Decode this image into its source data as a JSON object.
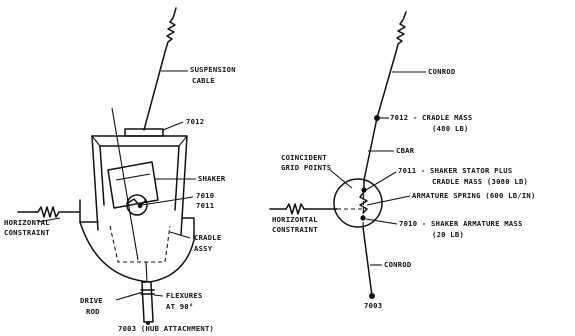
{
  "left_diagram": {
    "labels": {
      "suspension_1": "SUSPENSION",
      "suspension_2": "CABLE",
      "node_7012": "7012",
      "shaker": "SHAKER",
      "node_7010": "7010",
      "node_7011": "7011",
      "horizontal_1": "HORIZONTAL",
      "horizontal_2": "CONSTRAINT",
      "cradle_1": "CRADLE",
      "cradle_2": "ASSY",
      "flexures_1": "FLEXURES",
      "flexures_2": "AT 90°",
      "drive_1": "DRIVE",
      "drive_2": "ROD",
      "hub": "7003 (HUB ATTACHMENT)"
    }
  },
  "right_diagram": {
    "labels": {
      "conrod_top": "CONROD",
      "cradle_mass_1": "7012 - CRADLE MASS",
      "cradle_mass_2": "(480 LB)",
      "cbar": "CBAR",
      "coincident_1": "COINCIDENT",
      "coincident_2": "GRID POINTS",
      "stator_1": "7011 - SHAKER STATOR PLUS",
      "stator_2": "CRADLE MASS (3080 LB)",
      "armature_spring": "ARMATURE SPRING (600 LB/IN)",
      "horizontal_1": "HORIZONTAL",
      "horizontal_2": "CONSTRAINT",
      "armature_mass_1": "7010 - SHAKER ARMATURE MASS",
      "armature_mass_2": "(20 LB)",
      "conrod_bottom": "CONROD",
      "node_7003": "7003"
    }
  }
}
